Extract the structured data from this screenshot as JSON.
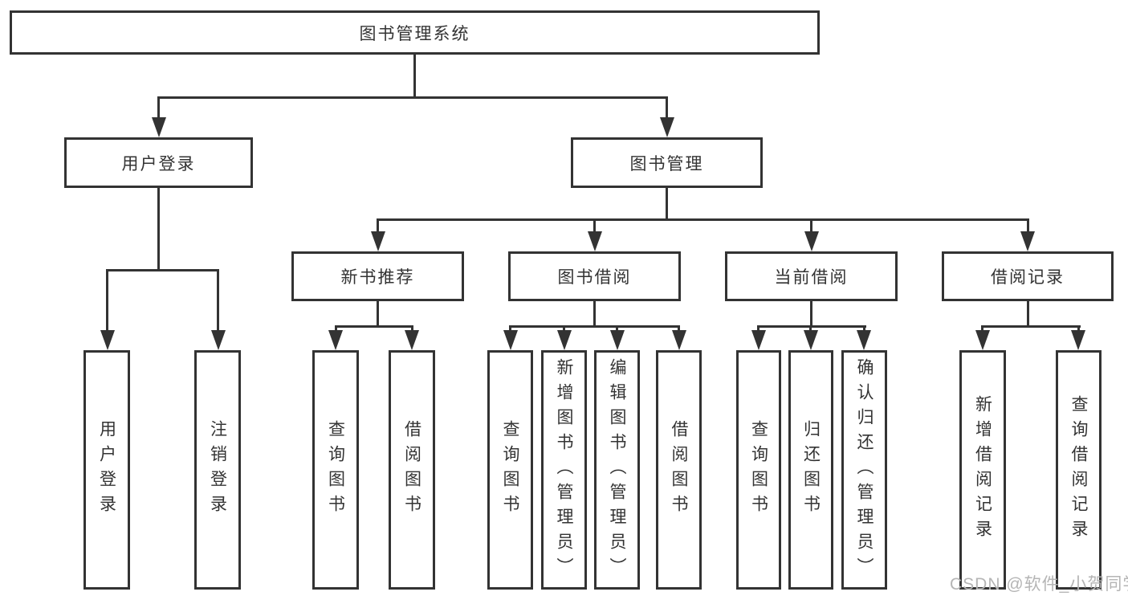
{
  "diagram": {
    "root": "图书管理系统",
    "branches": [
      {
        "label": "用户登录",
        "children": [
          "用户登录",
          "注销登录"
        ]
      },
      {
        "label": "图书管理",
        "sections": [
          {
            "label": "新书推荐",
            "children": [
              "查询图书",
              "借阅图书"
            ]
          },
          {
            "label": "图书借阅",
            "children": [
              "查询图书",
              "新增图书（管理员）",
              "编辑图书（管理员）",
              "借阅图书"
            ]
          },
          {
            "label": "当前借阅",
            "children": [
              "查询图书",
              "归还图书",
              "确认归还（管理员）"
            ]
          },
          {
            "label": "借阅记录",
            "children": [
              "新增借阅记录",
              "查询借阅记录"
            ]
          }
        ]
      }
    ],
    "watermark": "CSDN @软件_小贺同学",
    "colors": {
      "line": "#333333",
      "watermark": "#b5b5b5",
      "background": "#ffffff"
    }
  }
}
